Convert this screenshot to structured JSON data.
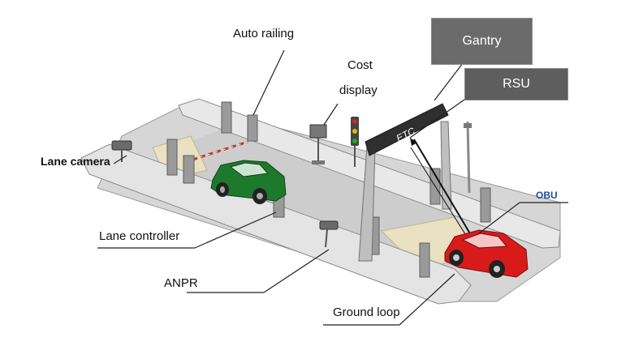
{
  "labels": {
    "auto_railing": "Auto railing",
    "cost_display_line1": "Cost",
    "cost_display_line2": "display",
    "gantry": "Gantry",
    "rsu": "RSU",
    "obu": "OBU",
    "lane_camera": "Lane camera",
    "lane_controller": "Lane controller",
    "anpr": "ANPR",
    "ground_loop": "Ground loop",
    "gantry_sign": "ETC"
  },
  "colors": {
    "gantry_box": "#6b6b6b",
    "rsu_box": "#5e5e5e",
    "road": "#d9d9d9",
    "island": "#e7e7e7",
    "ground_loop": "#e9e1c2",
    "green_car": "#1d7a2c",
    "red_car": "#d91a1a",
    "obu_text": "#1f4fa0"
  }
}
